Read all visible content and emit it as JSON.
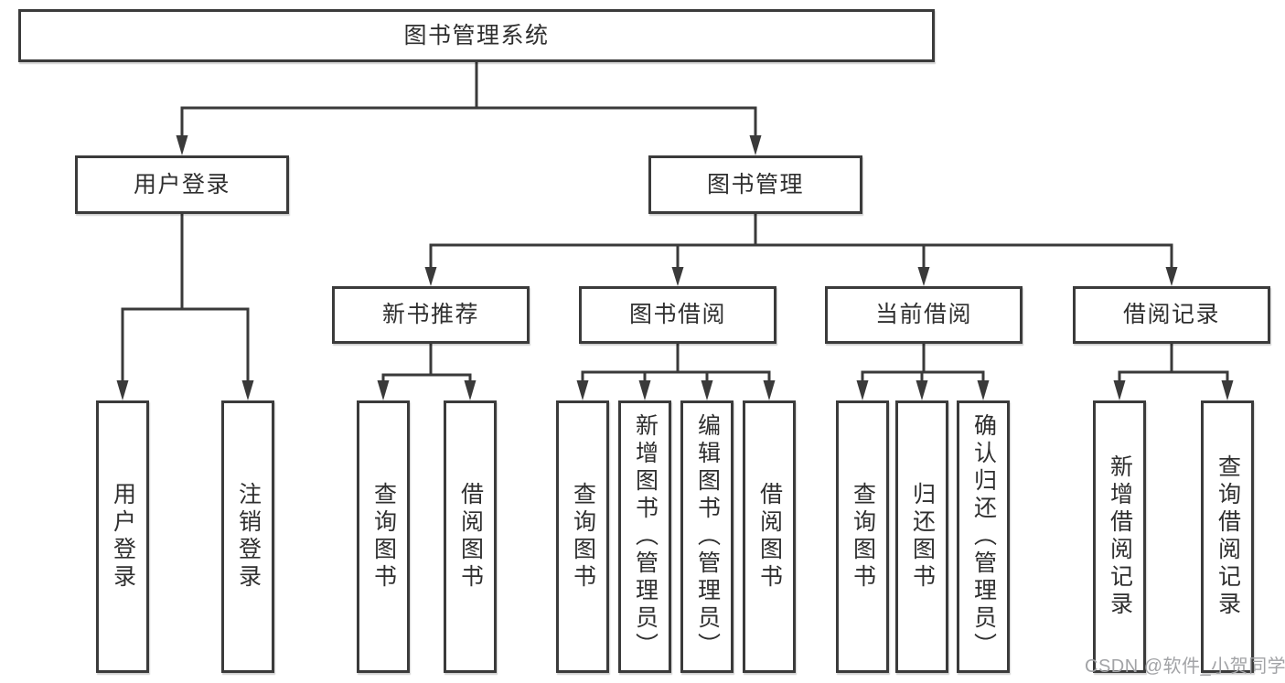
{
  "title": "图书管理系统",
  "level2": {
    "user_login": "用户登录",
    "book_management": "图书管理"
  },
  "level3": {
    "new_book_recommend": "新书推荐",
    "book_borrowing": "图书借阅",
    "current_borrowing": "当前借阅",
    "borrowing_records": "借阅记录"
  },
  "leaves": {
    "user_login": [
      "用户登录",
      "注销登录"
    ],
    "new_book_recommend": [
      "查询图书",
      "借阅图书"
    ],
    "book_borrowing": [
      "查询图书",
      "新增图书（管理员）",
      "编辑图书（管理员）",
      "借阅图书"
    ],
    "current_borrowing": [
      "查询图书",
      "归还图书",
      "确认归还（管理员）"
    ],
    "borrowing_records": [
      "新增借阅记录",
      "查询借阅记录"
    ]
  },
  "watermark": "CSDN @软件_小贺同学",
  "colors": {
    "line": "#3a3a3a",
    "border": "#3b3b3b",
    "text": "#2f2f2f",
    "watermark": "#a2a3a6",
    "background": "#ffffff"
  }
}
